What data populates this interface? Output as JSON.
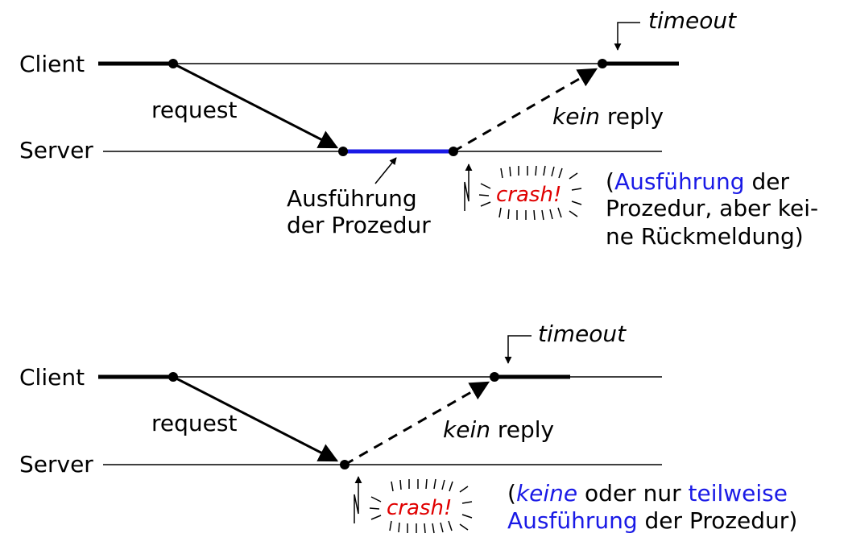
{
  "diagram_top": {
    "client_label": "Client",
    "server_label": "Server",
    "request_label": "request",
    "timeout_label": "timeout",
    "reply_label_italic": "kein",
    "reply_label_rest": "reply",
    "execution_label_line1": "Ausführung",
    "execution_label_line2": "der Prozedur",
    "crash_label": "crash!",
    "note_line1_open": "(",
    "note_line1_blue": "Ausführung",
    "note_line1_rest": " der",
    "note_line2": "Prozedur, aber kei-",
    "note_line3": "ne Rückmeldung)"
  },
  "diagram_bottom": {
    "client_label": "Client",
    "server_label": "Server",
    "request_label": "request",
    "timeout_label": "timeout",
    "reply_label_italic": "kein",
    "reply_label_rest": "reply",
    "crash_label": "crash!",
    "note_line1_open": "(",
    "note_line1_blue_italic": "keine",
    "note_line1_mid": " oder nur ",
    "note_line1_blue": "teilweise",
    "note_line2_blue": "Ausführung",
    "note_line2_rest": " der Prozedur)"
  },
  "colors": {
    "execution_bar": "#1a1ae6",
    "crash_text": "#e00000",
    "highlight_text": "#1a1ae6"
  }
}
